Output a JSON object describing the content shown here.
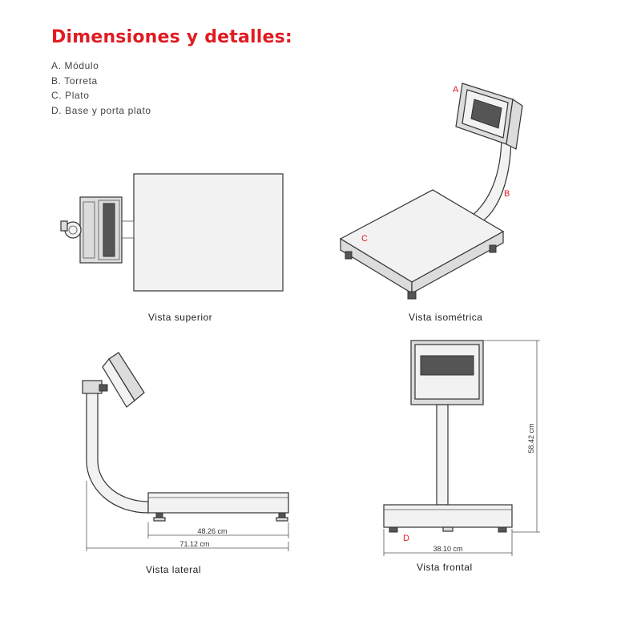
{
  "header": {
    "title": "Dimensiones y detalles:"
  },
  "legend": {
    "items": [
      "A. Módulo",
      "B. Torreta",
      "C. Plato",
      "D. Base y porta plato"
    ]
  },
  "views": {
    "top": {
      "caption": "Vista superior"
    },
    "iso": {
      "caption": "Vista isométrica",
      "callouts": {
        "a": "A",
        "b": "B",
        "c": "C"
      }
    },
    "side": {
      "caption": "Vista lateral",
      "dim_plate": "48.26 cm",
      "dim_total": "71.12 cm"
    },
    "front": {
      "caption": "Vista frontal",
      "dim_width": "38.10 cm",
      "dim_height": "58.42 cm",
      "callout_d": "D"
    }
  },
  "colors": {
    "accent": "#e01b22",
    "line": "#3a3a3a"
  }
}
